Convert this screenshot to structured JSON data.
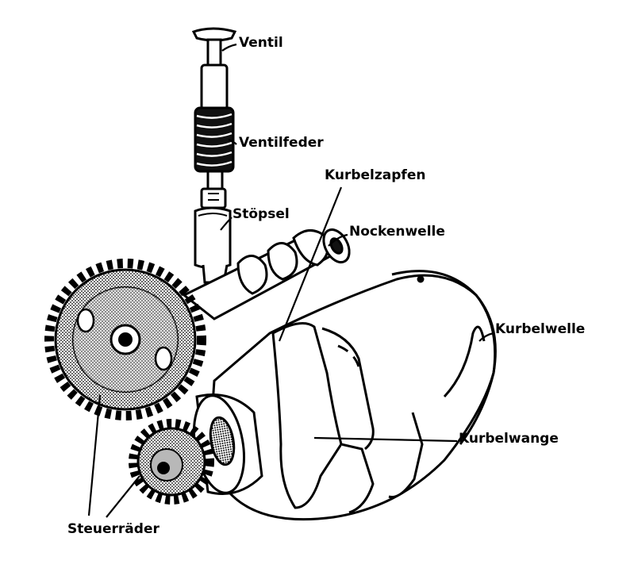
{
  "labels": {
    "ventil": "Ventil",
    "ventilfeder": "Ventilfeder",
    "stoepsel": "Stöpsel",
    "kurbelzapfen": "Kurbelzapfen",
    "nockenwelle": "Nockenwelle",
    "kurbelwelle": "Kurbelwelle",
    "kurbelwange": "Kurbelwange",
    "steuerraeder": "Steuerräder"
  },
  "colors": {
    "ink": "#000000",
    "paper": "#ffffff",
    "gear_fill": "#b8b8b8"
  }
}
